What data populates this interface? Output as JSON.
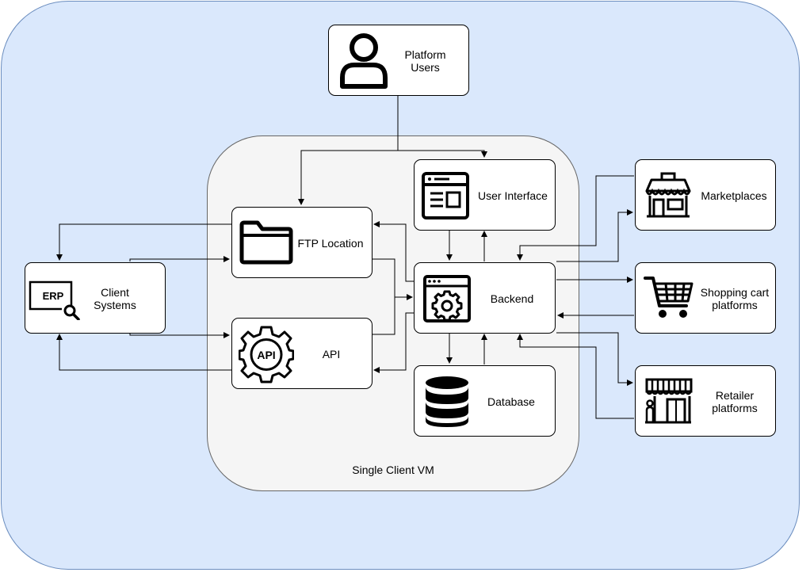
{
  "container": {
    "label": "Single Client VM"
  },
  "nodes": {
    "platform_users": {
      "label": "Platform\nUsers",
      "icon": "user-icon"
    },
    "user_interface": {
      "label": "User Interface",
      "icon": "browser-window-icon"
    },
    "ftp_location": {
      "label": "FTP Location",
      "icon": "folder-icon"
    },
    "api": {
      "label": "API",
      "icon": "api-gear-icon",
      "icon_text": "API"
    },
    "backend": {
      "label": "Backend",
      "icon": "settings-window-icon"
    },
    "database": {
      "label": "Database",
      "icon": "database-icon"
    },
    "client_systems": {
      "label": "Client\nSystems",
      "icon": "erp-search-icon",
      "icon_text": "ERP"
    },
    "marketplaces": {
      "label": "Marketplaces",
      "icon": "storefront-icon"
    },
    "shopping_cart": {
      "label": "Shopping cart\nplatforms",
      "icon": "shopping-cart-icon"
    },
    "retailer": {
      "label": "Retailer\nplatforms",
      "icon": "retail-shop-icon"
    }
  },
  "colors": {
    "outer_fill": "#dae8fc",
    "outer_stroke": "#6c8ebf",
    "vm_fill": "#f5f5f5",
    "vm_stroke": "#666666",
    "node_fill": "#ffffff",
    "line": "#000000"
  }
}
